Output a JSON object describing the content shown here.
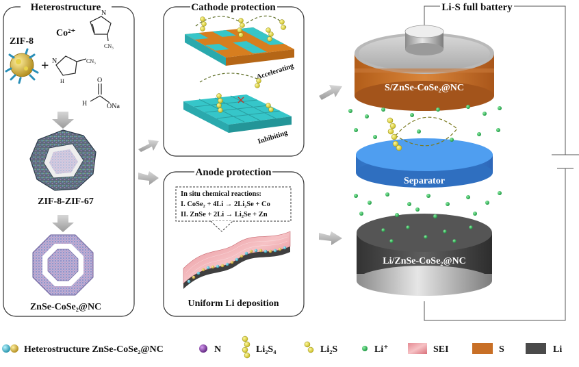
{
  "panels": {
    "heterostructure": {
      "title": "Heterostructure",
      "zif8_label": "ZIF-8",
      "plus": "+",
      "cobalt_ion": "Co²⁺",
      "cn3_group_1": "CN₃",
      "nh_label": "H",
      "n_label": "N",
      "cn3_group_2": "CN₃",
      "formate_h": "H",
      "formate_ona": "ONa",
      "formate_o": "O",
      "zif8_zif67_label": "ZIF-8-ZIF-67",
      "product_label": "ZnSe-CoSe₂@NC"
    },
    "cathode": {
      "title": "Cathode protection",
      "accelerating_label": "Accelerating",
      "inhibiting_label": "Inhibiting"
    },
    "anode": {
      "title": "Anode protection",
      "reactions_title": "In situ chemical reactions:",
      "reaction_1": "I. CoSe₂ + 4Li → 2Li₂Se + Co",
      "reaction_2": "II. ZnSe + 2Li → Li₂Se + Zn",
      "deposition_label": "Uniform Li deposition"
    },
    "battery": {
      "title": "Li-S full battery",
      "cathode_label": "S/ZnSe-CoSe₂@NC",
      "separator_label": "Separator",
      "anode_label": "Li/ZnSe-CoSe₂@NC"
    }
  },
  "legend": {
    "heterostructure": "Heterostructure ZnSe-CoSe₂@NC",
    "n": "N",
    "li2s4": "Li₂S₄",
    "li2s": "Li₂S",
    "li_ion": "Li⁺",
    "sei": "SEI",
    "s": "S",
    "li": "Li"
  },
  "colors": {
    "cathode_orange": "#c86f26",
    "tile_cyan": "#36c6c9",
    "tile_orange": "#d77e1f",
    "separator_blue": "#3f8fe0",
    "li_dark": "#4a4a4a",
    "sphere_yellow": "#e8e43a",
    "li_ion_green": "#22b24a",
    "sei_pink": "#f2a3a8",
    "n_purple": "#7a3a9a"
  }
}
